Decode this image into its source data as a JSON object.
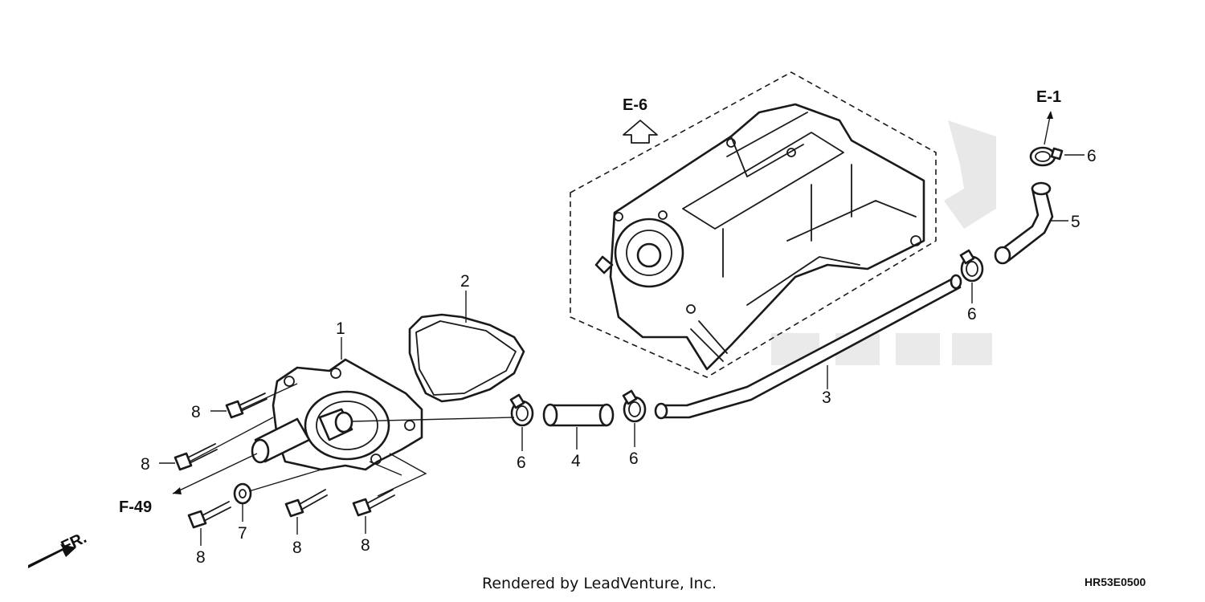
{
  "callouts": {
    "c1": "1",
    "c2": "2",
    "c3": "3",
    "c4": "4",
    "c5": "5",
    "c6": "6",
    "c7": "7",
    "c8": "8"
  },
  "references": {
    "e6": "E-6",
    "e1": "E-1",
    "f49": "F-49",
    "front": "FR."
  },
  "footer": {
    "credit": "Rendered by LeadVenture, Inc.",
    "diagram_code": "HR53E0500"
  },
  "colors": {
    "line": "#1a1a1a",
    "watermark": "#d6d6d6",
    "background": "#ffffff"
  }
}
